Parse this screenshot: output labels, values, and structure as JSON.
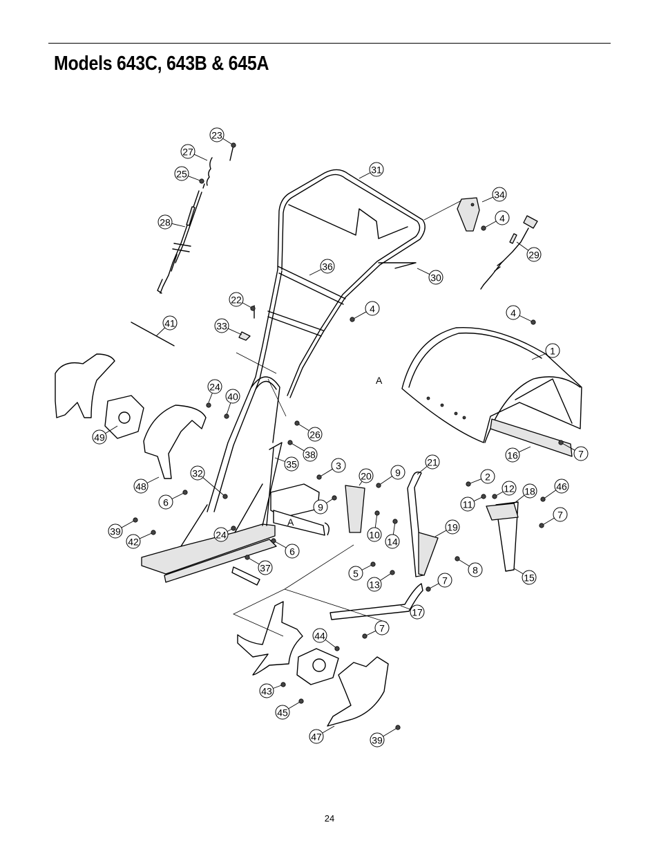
{
  "page": {
    "title": "Models 643C, 643B & 645A",
    "page_number": "24"
  },
  "reference_letters": [
    "A",
    "A"
  ],
  "callouts": [
    {
      "id": "c23",
      "label": "23"
    },
    {
      "id": "c27",
      "label": "27"
    },
    {
      "id": "c25",
      "label": "25"
    },
    {
      "id": "c28",
      "label": "28"
    },
    {
      "id": "c31",
      "label": "31"
    },
    {
      "id": "c34",
      "label": "34"
    },
    {
      "id": "c4a",
      "label": "4"
    },
    {
      "id": "c29",
      "label": "29"
    },
    {
      "id": "c36",
      "label": "36"
    },
    {
      "id": "c30",
      "label": "30"
    },
    {
      "id": "c22",
      "label": "22"
    },
    {
      "id": "c4b",
      "label": "4"
    },
    {
      "id": "c4c",
      "label": "4"
    },
    {
      "id": "c41",
      "label": "41"
    },
    {
      "id": "c33",
      "label": "33"
    },
    {
      "id": "c1",
      "label": "1"
    },
    {
      "id": "c24a",
      "label": "24"
    },
    {
      "id": "c40",
      "label": "40"
    },
    {
      "id": "c26",
      "label": "26"
    },
    {
      "id": "c49",
      "label": "49"
    },
    {
      "id": "c38",
      "label": "38"
    },
    {
      "id": "c35",
      "label": "35"
    },
    {
      "id": "c16",
      "label": "16"
    },
    {
      "id": "c7a",
      "label": "7"
    },
    {
      "id": "c3",
      "label": "3"
    },
    {
      "id": "c20",
      "label": "20"
    },
    {
      "id": "c9a",
      "label": "9"
    },
    {
      "id": "c21",
      "label": "21"
    },
    {
      "id": "c32",
      "label": "32"
    },
    {
      "id": "c2",
      "label": "2"
    },
    {
      "id": "c48",
      "label": "48"
    },
    {
      "id": "c12",
      "label": "12"
    },
    {
      "id": "c18",
      "label": "18"
    },
    {
      "id": "c46",
      "label": "46"
    },
    {
      "id": "c6a",
      "label": "6"
    },
    {
      "id": "c11",
      "label": "11"
    },
    {
      "id": "c9b",
      "label": "9"
    },
    {
      "id": "c7b",
      "label": "7"
    },
    {
      "id": "c39a",
      "label": "39"
    },
    {
      "id": "c10",
      "label": "10"
    },
    {
      "id": "c19",
      "label": "19"
    },
    {
      "id": "c24b",
      "label": "24"
    },
    {
      "id": "c14",
      "label": "14"
    },
    {
      "id": "c42",
      "label": "42"
    },
    {
      "id": "c6b",
      "label": "6"
    },
    {
      "id": "c8",
      "label": "8"
    },
    {
      "id": "c37",
      "label": "37"
    },
    {
      "id": "c5",
      "label": "5"
    },
    {
      "id": "c15",
      "label": "15"
    },
    {
      "id": "c13",
      "label": "13"
    },
    {
      "id": "c7c",
      "label": "7"
    },
    {
      "id": "c17",
      "label": "17"
    },
    {
      "id": "c7d",
      "label": "7"
    },
    {
      "id": "c44",
      "label": "44"
    },
    {
      "id": "c43",
      "label": "43"
    },
    {
      "id": "c45",
      "label": "45"
    },
    {
      "id": "c47",
      "label": "47"
    },
    {
      "id": "c39b",
      "label": "39"
    }
  ]
}
